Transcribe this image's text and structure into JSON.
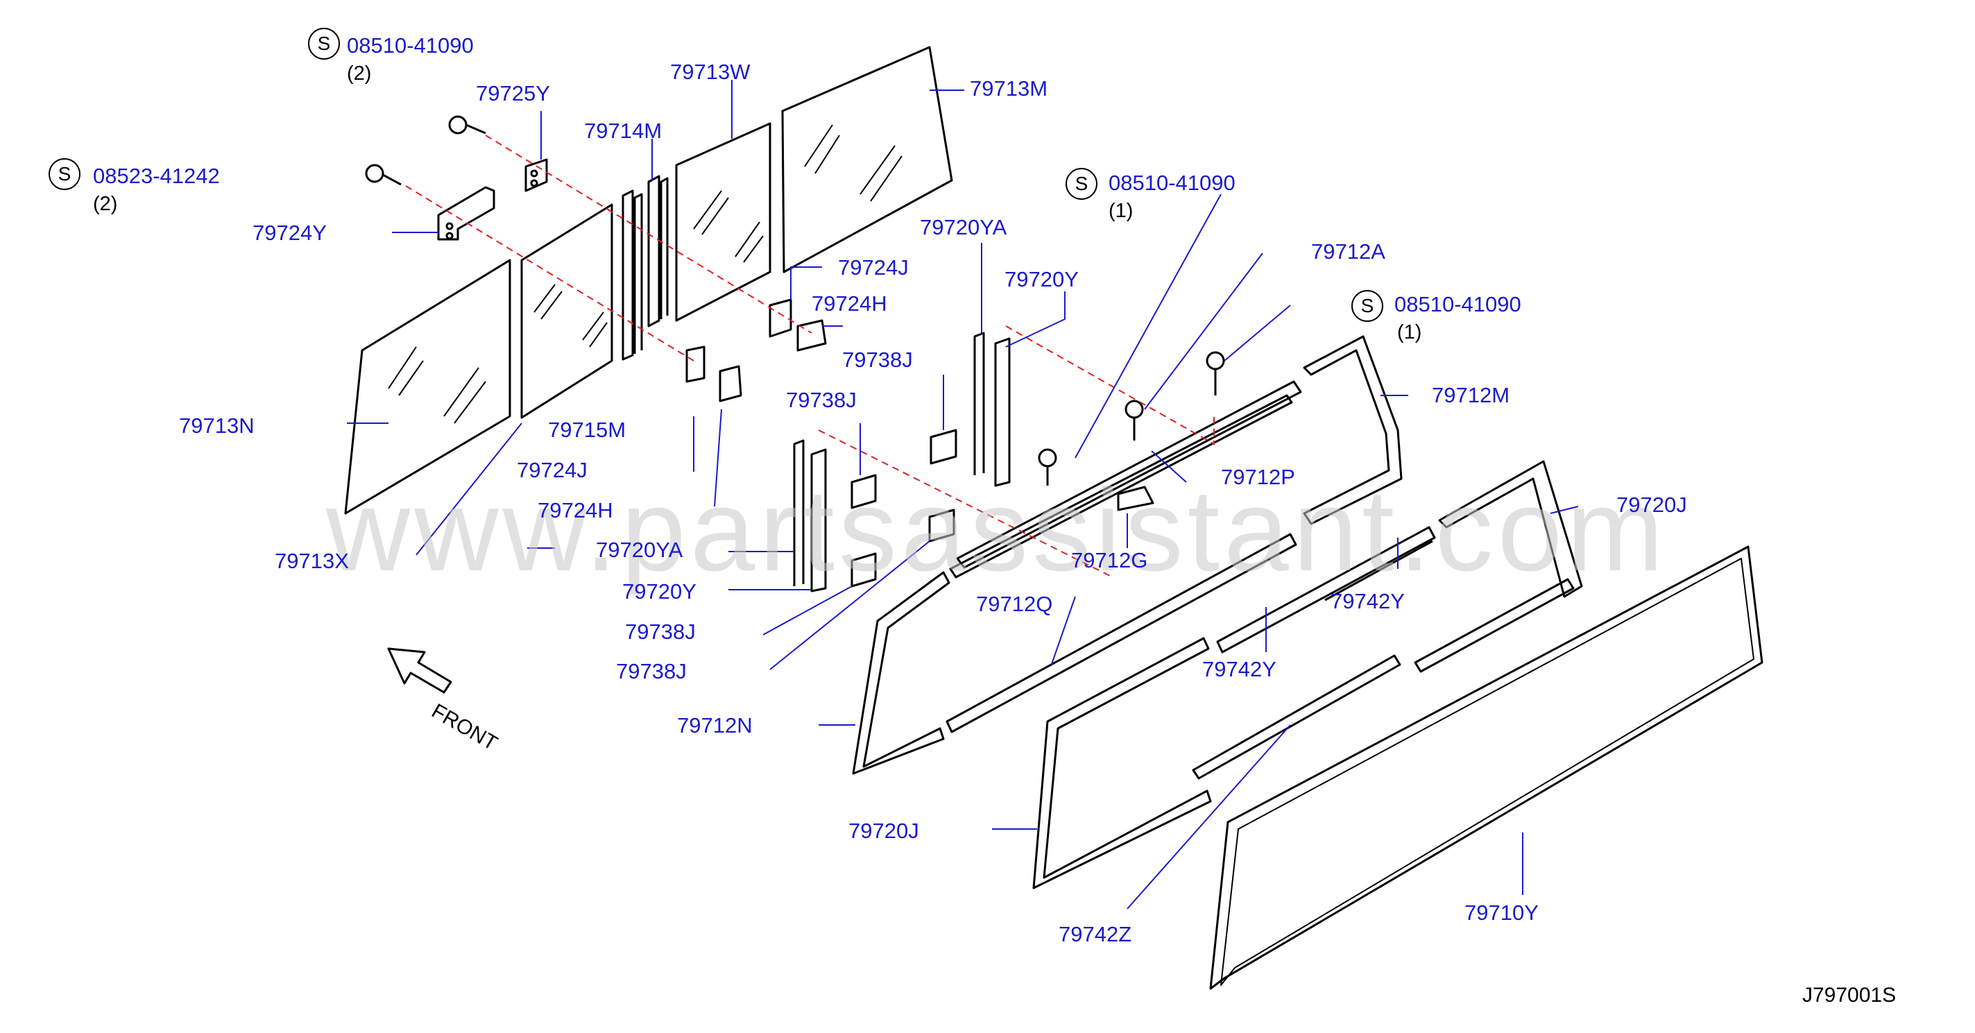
{
  "watermark": "www.partsassistant.com",
  "diagram_code": "J797001S",
  "front_label": "FRONT",
  "callouts": {
    "screw_08510_41090_top": "08510-41090",
    "qty_2_a": "(2)",
    "screw_08523_41242": "08523-41242",
    "qty_2_b": "(2)",
    "screw_08510_41090_mid": "08510-41090",
    "qty_1_a": "(1)",
    "screw_08510_41090_right": "08510-41090",
    "qty_1_b": "(1)",
    "s_symbol": "S",
    "p79725Y": "79725Y",
    "p79713W": "79713W",
    "p79713M": "79713M",
    "p79714M": "79714M",
    "p79724Y": "79724Y",
    "p79720YA_top": "79720YA",
    "p79712A": "79712A",
    "p79724J_top": "79724J",
    "p79720Y_top": "79720Y",
    "p79724H_top": "79724H",
    "p79738J_1": "79738J",
    "p79712M": "79712M",
    "p79713N": "79713N",
    "p79715M": "79715M",
    "p79738J_2": "79738J",
    "p79712P": "79712P",
    "p79724J_bot": "79724J",
    "p79724H_bot": "79724H",
    "p79720J_right": "79720J",
    "p79713X": "79713X",
    "p79720YA_bot": "79720YA",
    "p79712G": "79712G",
    "p79720Y_bot": "79720Y",
    "p79742Y_right": "79742Y",
    "p79712Q": "79712Q",
    "p79738J_3": "79738J",
    "p79742Y_mid": "79742Y",
    "p79738J_4": "79738J",
    "p79712N": "79712N",
    "p79720J_bot": "79720J",
    "p79742Z": "79742Z",
    "p79710Y": "79710Y"
  },
  "colors": {
    "part_number": "#1a1acc",
    "leader_line": "#1a1acc",
    "drawing": "#000000",
    "center_line": "#e02020",
    "watermark": "#c9c9c9"
  }
}
